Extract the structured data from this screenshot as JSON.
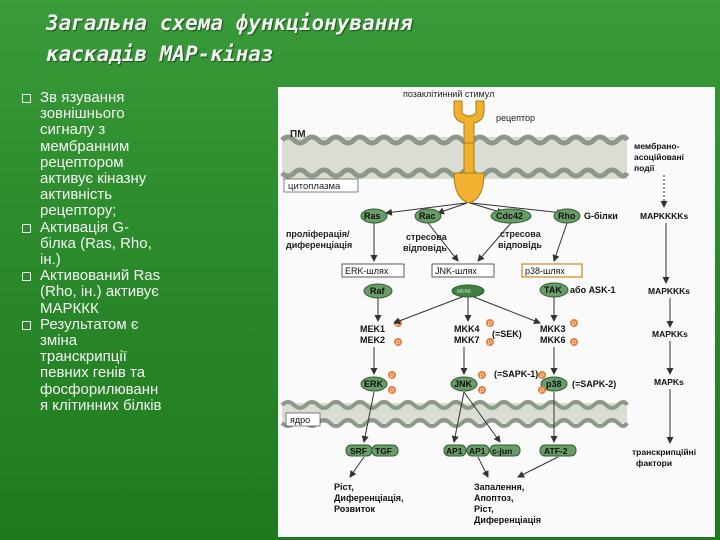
{
  "slide": {
    "title_line1": "Загальна схема функціонування",
    "title_line2": "каскадів МАР-кіназ"
  },
  "bullets": [
    {
      "lines": [
        "Зв язування",
        "зовнішнього",
        "сигналу з",
        "мембранним",
        "рецептором",
        "активує кіназну",
        "активність",
        "рецептору;"
      ]
    },
    {
      "lines": [
        "Активація G-",
        "білка (Ras, Rho,",
        "ін.)"
      ]
    },
    {
      "lines": [
        "Активований Ras",
        "(Rho, ін.) активує",
        "МАРККК"
      ]
    },
    {
      "lines": [
        "Результатом є",
        "зміна",
        "транскрипції",
        "певних генів та",
        "фосфорилюванн",
        "я клітинних білків"
      ]
    }
  ],
  "diagram": {
    "stimulus": "позаклітинний стимул",
    "receptor": "рецептор",
    "pm": "ПМ",
    "cytoplasm": "цитоплазма",
    "membrane_events": [
      "мембрано-",
      "асоційовані",
      "події"
    ],
    "g_proteins": [
      "Ras",
      "Rac",
      "Cdc42",
      "Rho"
    ],
    "g_label": "G-білки",
    "prolif": [
      "проліферація/",
      "диференціація"
    ],
    "stress1": [
      "стресова",
      "відповідь"
    ],
    "stress2": [
      "стресова",
      "відповідь"
    ],
    "pathways": [
      "ERK-шлях",
      "JNK-шлях",
      "p38-шлях"
    ],
    "raf": "Raf",
    "mekk": "MEKK",
    "tak": "TAK",
    "ask": "або ASK-1",
    "mek1": "MEK1",
    "mek2": "MEK2",
    "mkk4": "MKK4",
    "mkk7": "MKK7",
    "sek": "(=SEK)",
    "mkk3": "MKK3",
    "mkk6": "MKK6",
    "sapk1": "(=SAPK-1)",
    "sapk2": "(=SAPK-2)",
    "erk": "ERK",
    "jnk": "JNK",
    "p38": "p38",
    "p": "P",
    "nucleus": "ядро",
    "tfs": [
      "SRF",
      "TGF",
      "AP1",
      "AP1",
      "c-jun",
      "ATF-2"
    ],
    "right": {
      "mapkkkk": "MAPKKKKs",
      "mapkkk": "MAPKKKs",
      "mapkk": "MAPKKs",
      "mapk": "MAPKs",
      "tf": [
        "транскрипційні",
        "фактори"
      ]
    },
    "out1": [
      "Ріст,",
      "Диференціація,",
      "Розвиток"
    ],
    "out2": [
      "Запалення,",
      "Апоптоз,",
      "Ріст,",
      "Диференціація"
    ]
  }
}
